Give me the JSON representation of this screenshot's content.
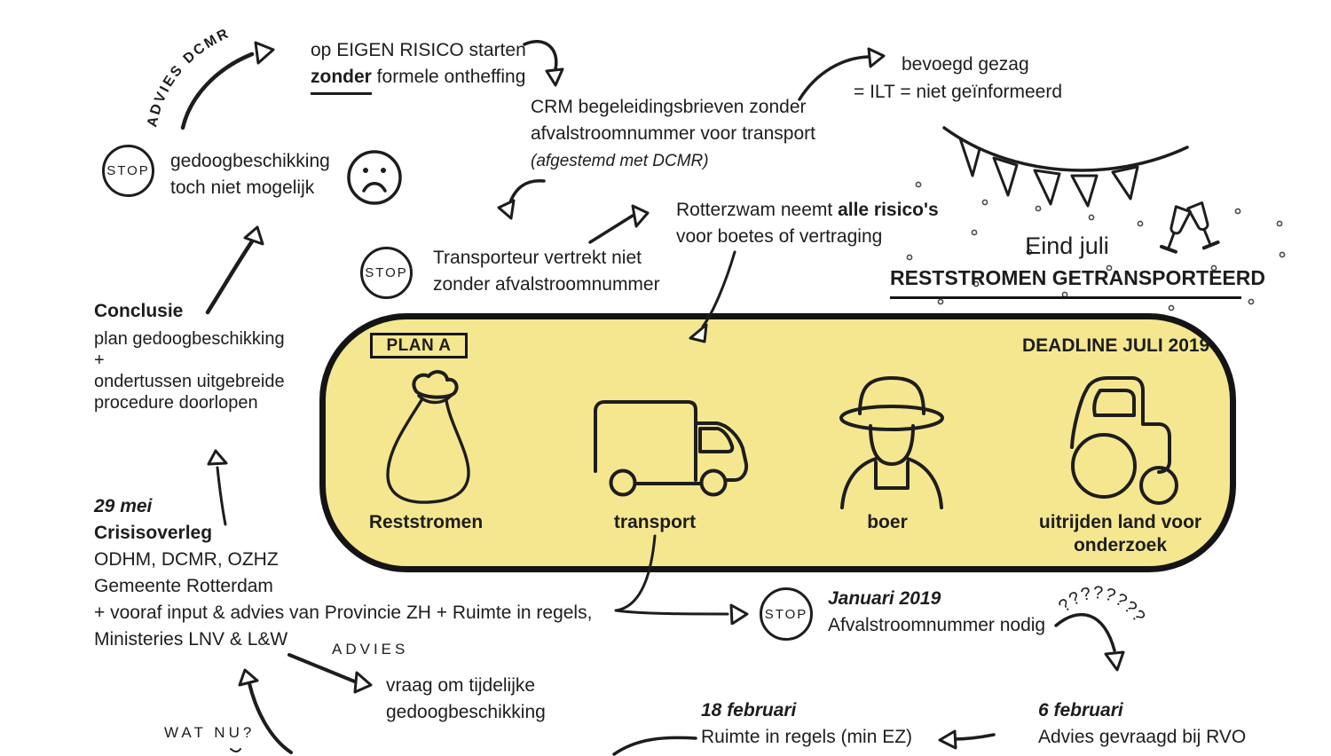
{
  "colors": {
    "ink": "#1d1d1d",
    "plan_fill": "#f5e78f"
  },
  "top_left": {
    "advies_dcmr": "ADVIES DCMR",
    "stop": "STOP",
    "gedoog_line1": "gedoogbeschikking",
    "gedoog_line2": "toch niet mogelijk"
  },
  "top_mid": {
    "risico_line1": "op EIGEN RISICO starten",
    "risico_bold": "zonder",
    "risico_rest": " formele ontheffing",
    "crm_line1": "CRM begeleidingsbrieven zonder",
    "crm_line2": "afvalstroomnummer voor transport",
    "crm_line3": "(afgestemd met DCMR)",
    "rotterzwam_pre": "Rotterzwam neemt ",
    "rotterzwam_bold": "alle risico's",
    "rotterzwam_line2": "voor boetes of vertraging",
    "transporteur_line1": "Transporteur vertrekt niet",
    "transporteur_line2": "zonder afvalstroomnummer",
    "stop": "STOP"
  },
  "top_right": {
    "bevoegd_line1": "bevoegd gezag",
    "bevoegd_line2": "= ILT = niet geïnformeerd",
    "eind_juli": "Eind juli",
    "transported": "RESTSTROMEN GETRANSPORTEERD"
  },
  "left": {
    "conclusie_title": "Conclusie",
    "conclusie_line1": "plan gedoogbeschikking",
    "conclusie_line2": "+",
    "conclusie_line3": "ondertussen uitgebreide",
    "conclusie_line4": "procedure doorlopen",
    "crisis_date": "29 mei",
    "crisis_title": "Crisisoverleg",
    "crisis_line1": "ODHM, DCMR, OZHZ",
    "crisis_line2": "Gemeente Rotterdam",
    "crisis_line3": "+ vooraf input & advies van Provincie ZH + Ruimte in regels,",
    "crisis_line4": "Ministeries LNV & L&W",
    "advies_label": "ADVIES",
    "vraag_line1": "vraag om tijdelijke",
    "vraag_line2": "gedoogbeschikking",
    "wat_nu": "WAT NU?"
  },
  "plan": {
    "label": "PLAN A",
    "deadline": "DEADLINE JULI 2019",
    "items": [
      {
        "label": "Reststromen",
        "icon": "bag-icon"
      },
      {
        "label": "transport",
        "icon": "van-icon"
      },
      {
        "label": "boer",
        "icon": "farmer-icon"
      },
      {
        "label": "uitrijden land voor",
        "label_line2": "onderzoek",
        "icon": "tractor-icon"
      }
    ]
  },
  "bottom": {
    "stop": "STOP",
    "jan_date": "Januari 2019",
    "jan_text": "Afvalstroomnummer nodig",
    "questions": "????????",
    "feb6_date": "6 februari",
    "feb6_text": "Advies gevraagd bij RVO",
    "feb18_date": "18 februari",
    "feb18_text": "Ruimte in regels (min EZ)"
  }
}
